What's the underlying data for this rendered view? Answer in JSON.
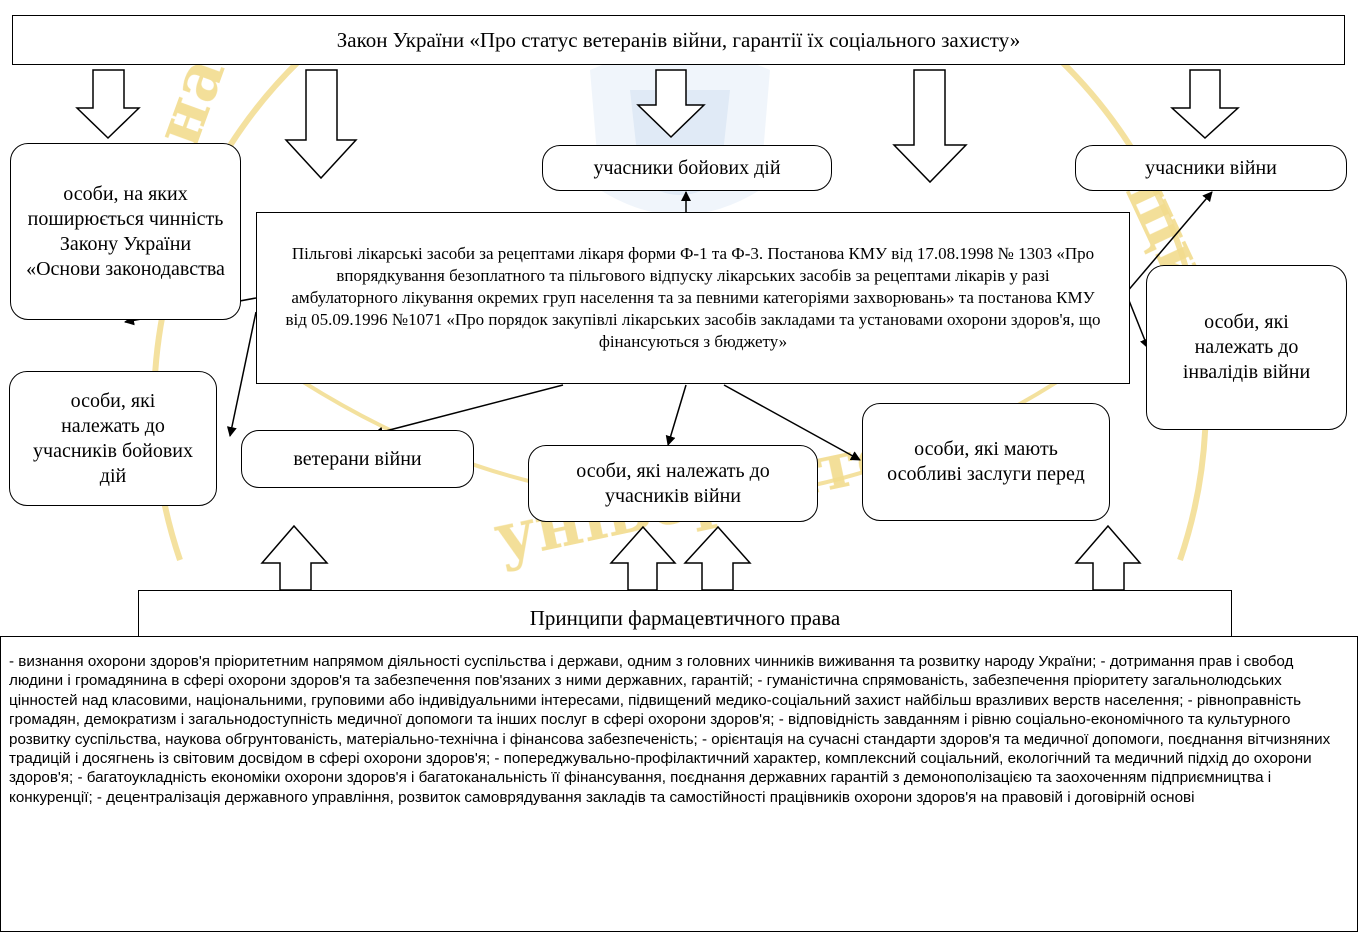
{
  "law_title": "Закон України «Про статус ветеранів війни, гарантії їх соціального захисту»",
  "categories": {
    "combatants": "учасники бойових дій",
    "war_participants": "учасники війни",
    "law_subject": "особи, на яких поширюється чинність Закону України «Основи законодавства",
    "war_invalids": "особи, які належать до інвалідів війни",
    "combatant_related": "особи, які належать до учасників бойових дій",
    "war_veterans": "ветерани війни",
    "war_participant_related": "особи, які належать до учасників війни",
    "special_merits": "особи, які мають особливі заслуги перед"
  },
  "center_text": "Пільгові лікарські засоби за рецептами лікаря форми Ф-1 та Ф-3. Постанова КМУ від 17.08.1998 № 1303 «Про впорядкування безоплатного та пільгового відпуску лікарських засобів за рецептами лікарів у разі амбулаторного лікування окремих груп населення та за певними категоріями захворювань» та постанова КМУ від 05.09.1996 №1071 «Про порядок закупівлі лікарських засобів закладами та установами охорони здоров'я, що фінансуються з бюджету»",
  "principles_title": "Принципи фармацевтичного права",
  "principles_text": "- визнання охорони здоров'я пріоритетним напрямом діяльності суспільства і держави, одним з головних чинників виживання та розвитку народу України; - дотримання прав і свобод людини і громадянина в сфері охорони здоров'я та забезпечення пов'язаних з ними державних, гарантій; - гуманістична спрямованість, забезпечення пріоритету загальнолюдських цінностей над класовими, національними, груповими або індивідуальними інтересами, підвищений медико-соціальний захист найбільш вразливих верств населення; - рівноправність громадян, демократизм і загальнодоступність медичної допомоги та інших послуг в сфері охорони здоров'я; - відповідність завданням і рівню соціально-економічного та культурного розвитку суспільства, наукова обгрунтованість, матеріально-технічна і фінансова забезпеченість; - орієнтація на сучасні стандарти здоров'я та медичної допомоги, поєднання вітчизняних традицій і досягнень із світовим досвідом в сфері охорони здоров'я; - попереджувально-профілактичний характер, комплексний соціальний, екологічний та медичний підхід до охорони здоров'я; - багатоукладність економіки охорони здоров'я і багатоканальність її фінансування, поєднання державних гарантій з демонополізацією та заохоченням підприємництва і конкуренції; - децентралізація державного управління, розвиток самоврядування закладів та самостійності працівників охорони здоров'я на правовій і договірній основі",
  "watermark": {
    "text_top_left": "на",
    "text_top_right": "щий",
    "text_bottom": "університет",
    "color": "#f2dc8e"
  }
}
